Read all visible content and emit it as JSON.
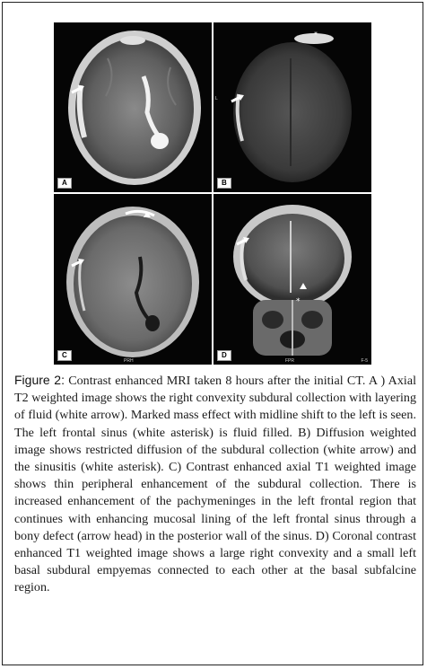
{
  "figure": {
    "panels": [
      {
        "label": "A",
        "markers": []
      },
      {
        "label": "B",
        "markers": [
          "L"
        ]
      },
      {
        "label": "C",
        "markers": [
          "PRH"
        ]
      },
      {
        "label": "D",
        "markers": [
          "FPR",
          "F-5"
        ]
      }
    ],
    "caption": {
      "label": "Figure 2:",
      "text": " Contrast enhanced MRI taken 8 hours after the initial CT. A ) Axial T2 weighted image shows the right convexity subdural collection with layering of fluid (white arrow). Marked mass effect with midline shift to the left is seen. The left frontal sinus (white asterisk) is fluid filled. B) Diffusion weighted image shows restricted diffusion of the subdural collection (white arrow) and the sinusitis (white asterisk). C) Contrast enhanced axial T1 weighted image shows thin peripheral enhancement of the subdural collection. There is increased enhancement of the pachymeninges in the left frontal region that continues with enhancing mucosal lining of the left frontal sinus through a bony defect (arrow head) in the posterior wall of the sinus. D) Coronal contrast enhanced T1 weighted image shows a large right convexity and a small left basal subdural empyemas connected to each other at the basal subfalcine region."
    }
  },
  "colors": {
    "panel_background": "#050505",
    "caption_text": "#1a1a1a",
    "border": "#222222"
  }
}
